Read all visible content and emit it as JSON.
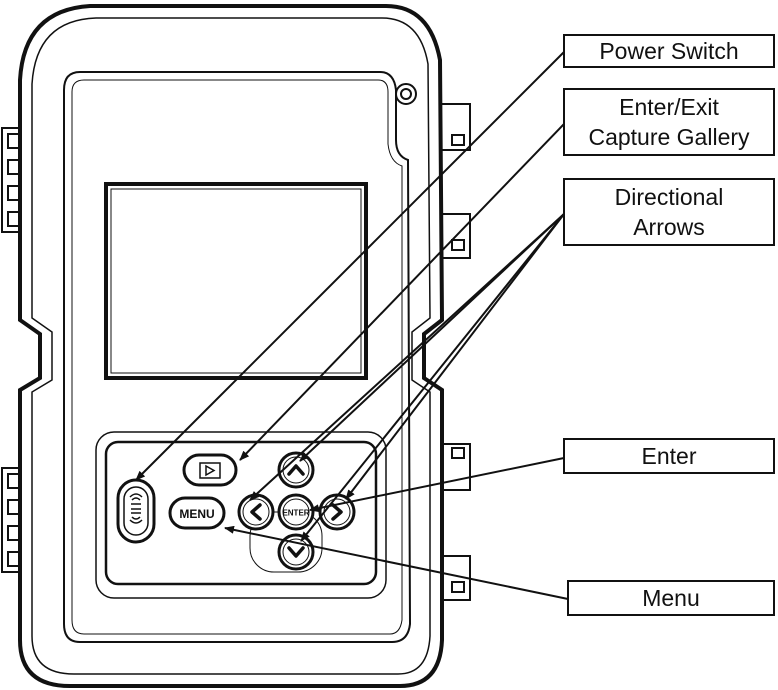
{
  "callouts": {
    "power_switch": "Power Switch",
    "gallery_line1": "Enter/Exit",
    "gallery_line2": "Capture Gallery",
    "arrows_line1": "Directional",
    "arrows_line2": "Arrows",
    "enter": "Enter",
    "menu": "Menu"
  },
  "buttons": {
    "menu": "MENU",
    "enter": "ENTER"
  }
}
